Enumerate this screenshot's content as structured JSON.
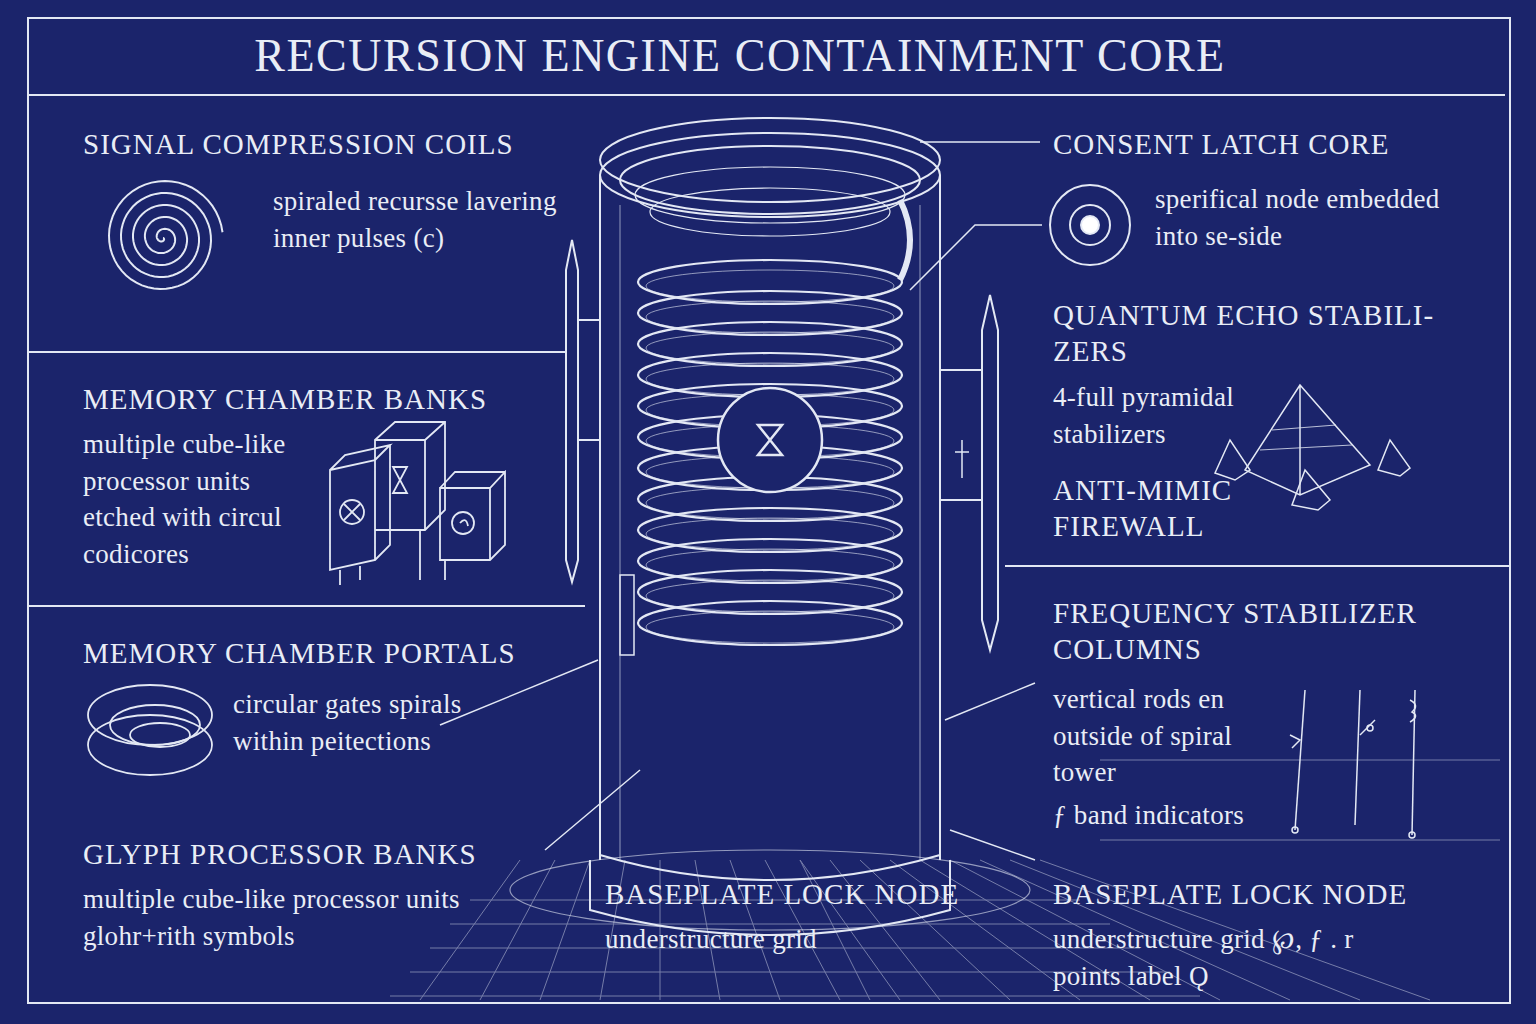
{
  "diagram": {
    "title": "RECURSION ENGINE CONTAINMENT CORE",
    "labels": [
      "SIGNAL COMPRESSION COILS",
      "spiraled recursse lavering inner pulses (c)",
      "MEMORY CHAMBER BANKS",
      "multiple cube-like processor units etched with circul codicores",
      "MEMORY CHAMBER PORTALS",
      "circular gates spirals within peitections",
      "GLYPH PROCESSOR BANKS",
      "multiple cube-like processor units glohr+rith symbols",
      "BASEPLATE LOCK NODE",
      "understructure grid",
      "CONSENT LATCH CORE",
      "sperifical node embedded into se-side",
      "QUANTUM ECHO STABILI- ZERS",
      "4-full pyramidal stabilizers",
      "ANTI-MIMIC FIREWALL",
      "FREQUENCY STABILIZER COLUMNS",
      "vertical rods en outside of spiral tower",
      "ƒ band indicators",
      "BASEPLATE LOCK NODE",
      "understructure grid ℘, ƒ . r points label Ǫ"
    ]
  }
}
